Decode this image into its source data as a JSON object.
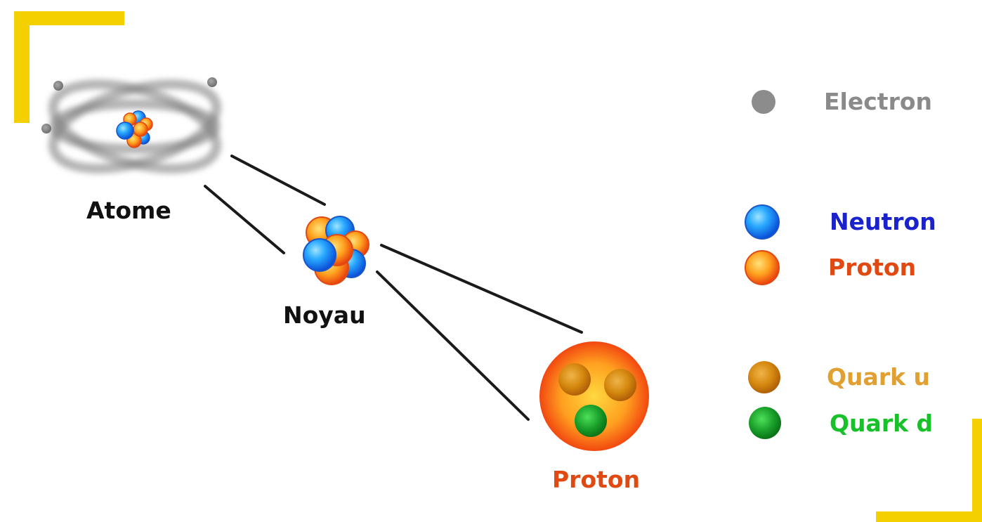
{
  "diagram": {
    "stages": {
      "atom": {
        "label": "Atome"
      },
      "nucleus": {
        "label": "Noyau"
      },
      "proton": {
        "label": "Proton"
      }
    },
    "legend": [
      {
        "key": "electron",
        "label": "Electron",
        "color": "#8a8a8a"
      },
      {
        "key": "neutron",
        "label": "Neutron",
        "color": "#1a22cc"
      },
      {
        "key": "proton",
        "label": "Proton",
        "color": "#e04a12"
      },
      {
        "key": "quark-u",
        "label": "Quark u",
        "color": "#e0a032"
      },
      {
        "key": "quark-d",
        "label": "Quark d",
        "color": "#18c02a"
      }
    ],
    "colors": {
      "frame_accent": "#f5d000",
      "connector": "#1a1a1a",
      "electron": "#8c8c8c",
      "neutron": "#1e9cff",
      "proton": "#ff8a00",
      "quark_u": "#d18a10",
      "quark_d": "#18a02a"
    }
  }
}
